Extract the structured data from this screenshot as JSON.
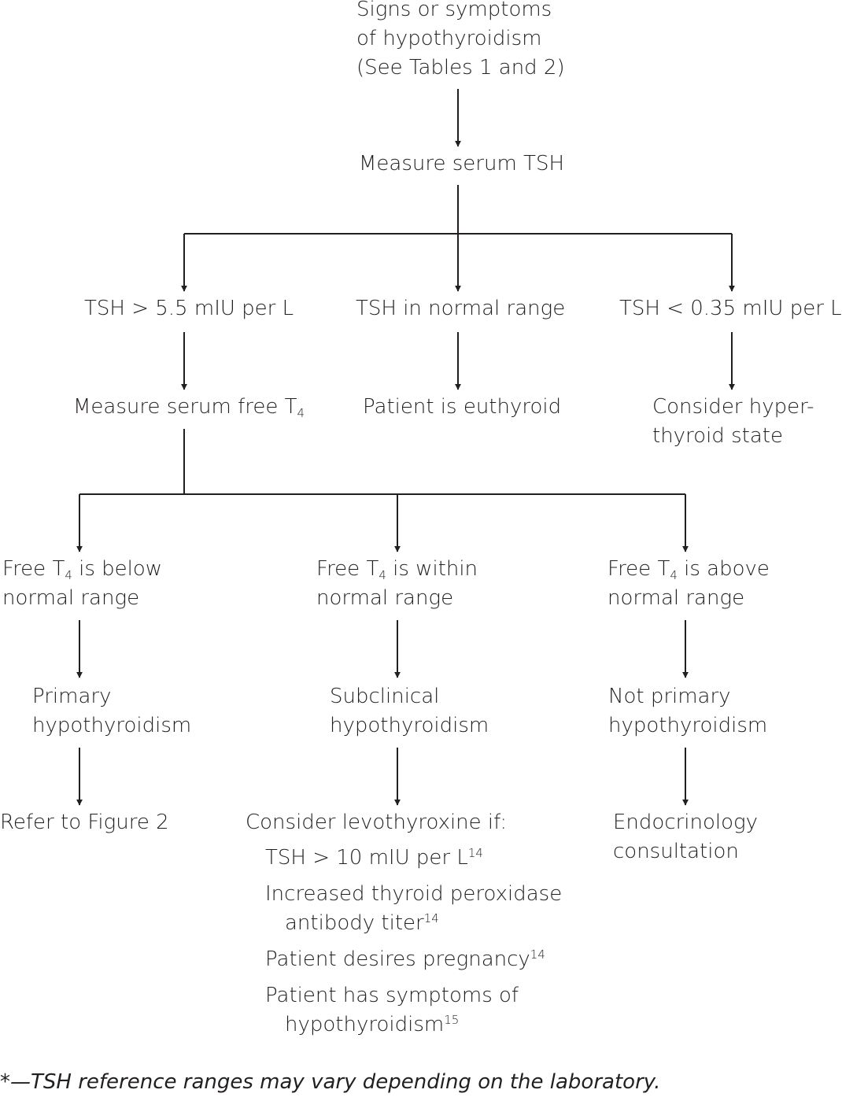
{
  "start": [
    "Signs or symptoms",
    "of hypothyroidism",
    "(See Tables 1 and 2)"
  ],
  "measure_tsh": "Measure serum TSH",
  "tsh_high": "TSH > 5.5 mIU per L",
  "tsh_normal": "TSH in normal range",
  "tsh_low": "TSH < 0.35 mIU per L*",
  "measure_t4": {
    "prefix": "Measure serum free T",
    "sub": "4"
  },
  "euthyroid": "Patient is euthyroid",
  "hyper": [
    "Consider hyper-",
    "thyroid state"
  ],
  "t4_below": {
    "prefix": "Free T",
    "sub": "4",
    "suffix": " is below",
    "line2": "normal range"
  },
  "t4_within": {
    "prefix": "Free T",
    "sub": "4",
    "suffix": " is within",
    "line2": "normal range"
  },
  "t4_above": {
    "prefix": "Free T",
    "sub": "4",
    "suffix": " is above",
    "line2": "normal range"
  },
  "primary": [
    "Primary",
    "hypothyroidism"
  ],
  "subclinical": [
    "Subclinical",
    "hypothyroidism"
  ],
  "not_primary": [
    "Not primary",
    "hypothyroidism"
  ],
  "refer": "Refer to Figure 2",
  "levo": {
    "heading": "Consider levothyroxine if:",
    "c1": {
      "text": "TSH > 10 mIU per L",
      "ref": "14"
    },
    "c2": {
      "line1": "Increased thyroid peroxidase",
      "line2": "antibody titer",
      "ref": "14"
    },
    "c3": {
      "text": "Patient desires pregnancy",
      "ref": "14"
    },
    "c4": {
      "line1": "Patient has symptoms of",
      "line2": "hypothyroidism",
      "ref": "15"
    }
  },
  "endo": [
    "Endocrinology",
    "consultation"
  ],
  "footnote": "*—TSH reference ranges may vary depending on the laboratory."
}
